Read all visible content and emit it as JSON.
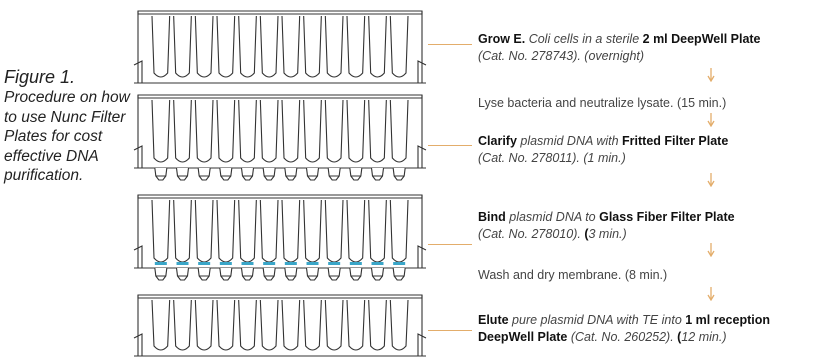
{
  "caption": {
    "figure_label": "Figure 1.",
    "text": "Procedure on how to use Nunc Filter Plates for cost effective DNA purification."
  },
  "plates": [
    {
      "name": "deepwell-plate",
      "tips": "none"
    },
    {
      "name": "fritted-filter-plate",
      "tips": "dark"
    },
    {
      "name": "glass-fiber-filter-plate",
      "tips": "blue"
    },
    {
      "name": "reception-deepwell-plate",
      "tips": "none"
    }
  ],
  "steps": {
    "grow": {
      "bold1": "Grow E.",
      "italic1": " Coli cells in a sterile ",
      "bold2": "2 ml DeepWell Plate",
      "line2": "(Cat. No. 278743). (overnight)"
    },
    "lyse": {
      "text": "Lyse bacteria and neutralize lysate. (15 min.)"
    },
    "clarify": {
      "bold1": "Clarify",
      "italic1": " plasmid DNA with ",
      "bold2": "Fritted Filter Plate",
      "line2": "(Cat. No. 278011). (1 min.)"
    },
    "bind": {
      "bold1": "Bind",
      "italic1": " plasmid DNA to ",
      "bold2": "Glass Fiber Filter Plate",
      "line2a": "(Cat. No. 278010). ",
      "line2b": "(",
      "line2c": "3 min.)"
    },
    "wash": {
      "text": "Wash and dry membrane. (8 min.)"
    },
    "elute": {
      "bold1": "Elute",
      "italic1": " pure plasmid DNA with TE into ",
      "bold2": "1 ml reception",
      "bold3": "DeepWell Plate",
      "italic2": " (Cat. No. 260252). ",
      "bold4": "(",
      "italic3": "12 min.)"
    }
  },
  "colors": {
    "connector": "#e3ad6b",
    "arrow": "#e3ad6b",
    "plate_stroke": "#333333",
    "membrane": "#3aa6c8"
  }
}
